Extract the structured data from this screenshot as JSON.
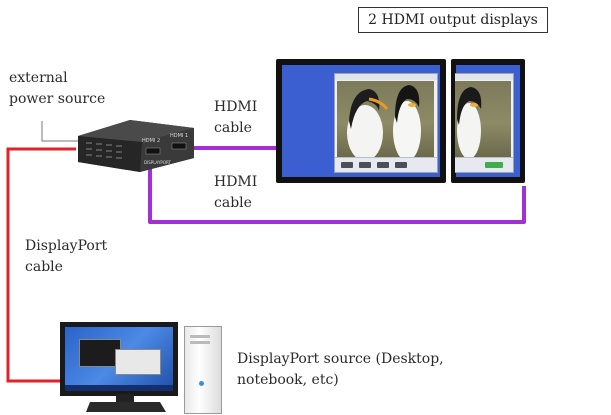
{
  "title": "2 HDMI output displays",
  "labels": {
    "power_line1": "external",
    "power_line2": "power source",
    "hdmi1_line1": "HDMI",
    "hdmi1_line2": "cable",
    "hdmi2_line1": "HDMI",
    "hdmi2_line2": "cable",
    "dp_line1": "DisplayPort",
    "dp_line2": "cable",
    "source_line1": "DisplayPort source (Desktop,",
    "source_line2": "notebook, etc)"
  },
  "device": {
    "port1": "HDMI 2",
    "port2": "HDMI 1",
    "input": "DISPLAYPORT"
  },
  "colors": {
    "hdmi_cable": "#a52fd6",
    "displayport_cable": "#e0222b",
    "screen_blue": "#3b5fd0",
    "device_body": "#3a3a3a"
  },
  "icons": {
    "splitter": "hdmi-splitter-icon",
    "monitor": "monitor-icon",
    "desktop": "desktop-computer-icon"
  }
}
